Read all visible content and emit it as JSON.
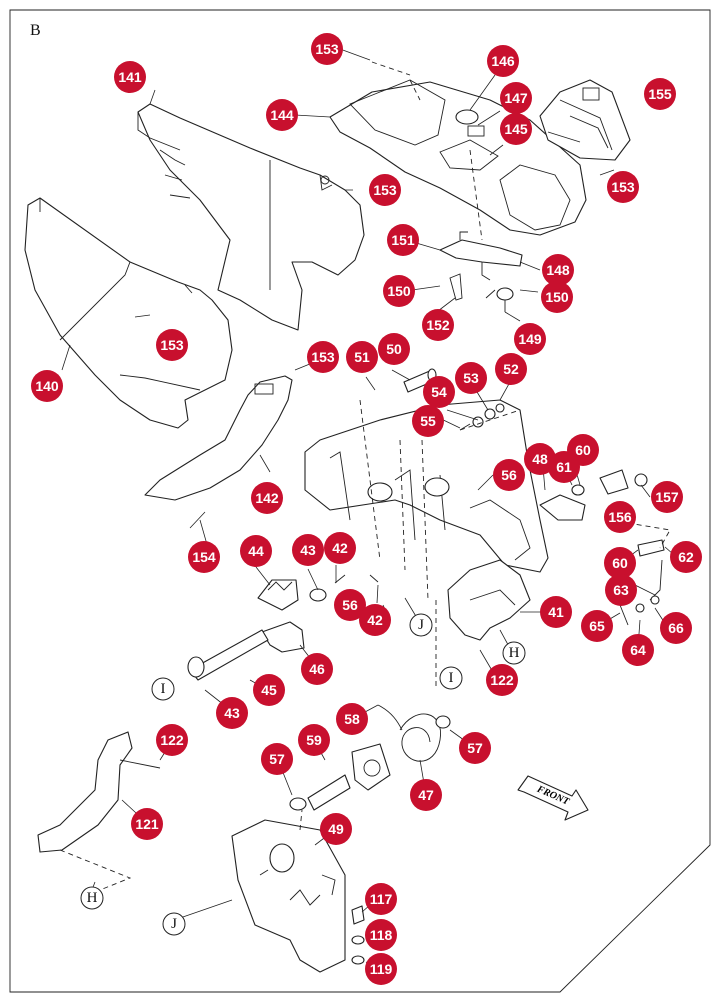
{
  "section_letter": "B",
  "front_label": "FRONT",
  "colors": {
    "callout": "#c8102e",
    "line": "#222222",
    "background": "#ffffff"
  },
  "callouts": [
    {
      "id": "c153a",
      "label": "153"
    },
    {
      "id": "c146",
      "label": "146"
    },
    {
      "id": "c155",
      "label": "155"
    },
    {
      "id": "c141",
      "label": "141"
    },
    {
      "id": "c147",
      "label": "147"
    },
    {
      "id": "c144",
      "label": "144"
    },
    {
      "id": "c145",
      "label": "145"
    },
    {
      "id": "c153b",
      "label": "153"
    },
    {
      "id": "c153c",
      "label": "153"
    },
    {
      "id": "c151",
      "label": "151"
    },
    {
      "id": "c148",
      "label": "148"
    },
    {
      "id": "c150a",
      "label": "150"
    },
    {
      "id": "c150b",
      "label": "150"
    },
    {
      "id": "c152",
      "label": "152"
    },
    {
      "id": "c149",
      "label": "149"
    },
    {
      "id": "c153d",
      "label": "153"
    },
    {
      "id": "c140",
      "label": "140"
    },
    {
      "id": "c153e",
      "label": "153"
    },
    {
      "id": "c51",
      "label": "51"
    },
    {
      "id": "c50",
      "label": "50"
    },
    {
      "id": "c52",
      "label": "52"
    },
    {
      "id": "c53",
      "label": "53"
    },
    {
      "id": "c54",
      "label": "54"
    },
    {
      "id": "c55",
      "label": "55"
    },
    {
      "id": "c60a",
      "label": "60"
    },
    {
      "id": "c48",
      "label": "48"
    },
    {
      "id": "c61",
      "label": "61"
    },
    {
      "id": "c56a",
      "label": "56"
    },
    {
      "id": "c157",
      "label": "157"
    },
    {
      "id": "c142",
      "label": "142"
    },
    {
      "id": "c156",
      "label": "156"
    },
    {
      "id": "c154",
      "label": "154"
    },
    {
      "id": "c44",
      "label": "44"
    },
    {
      "id": "c43a",
      "label": "43"
    },
    {
      "id": "c42a",
      "label": "42"
    },
    {
      "id": "c60b",
      "label": "60"
    },
    {
      "id": "c62",
      "label": "62"
    },
    {
      "id": "c63",
      "label": "63"
    },
    {
      "id": "c56b",
      "label": "56"
    },
    {
      "id": "c42b",
      "label": "42"
    },
    {
      "id": "c41",
      "label": "41"
    },
    {
      "id": "c65",
      "label": "65"
    },
    {
      "id": "c66",
      "label": "66"
    },
    {
      "id": "c64",
      "label": "64"
    },
    {
      "id": "c46",
      "label": "46"
    },
    {
      "id": "c45",
      "label": "45"
    },
    {
      "id": "c122a",
      "label": "122"
    },
    {
      "id": "c43b",
      "label": "43"
    },
    {
      "id": "c58",
      "label": "58"
    },
    {
      "id": "c57a",
      "label": "57"
    },
    {
      "id": "c122b",
      "label": "122"
    },
    {
      "id": "c59",
      "label": "59"
    },
    {
      "id": "c57b",
      "label": "57"
    },
    {
      "id": "c47",
      "label": "47"
    },
    {
      "id": "c121",
      "label": "121"
    },
    {
      "id": "c49",
      "label": "49"
    },
    {
      "id": "c117",
      "label": "117"
    },
    {
      "id": "c118",
      "label": "118"
    },
    {
      "id": "c119",
      "label": "119"
    }
  ],
  "references": [
    {
      "id": "rJ1",
      "label": "J"
    },
    {
      "id": "rH1",
      "label": "H"
    },
    {
      "id": "rI1",
      "label": "I"
    },
    {
      "id": "rI2",
      "label": "I"
    },
    {
      "id": "rH2",
      "label": "H"
    },
    {
      "id": "rJ2",
      "label": "J"
    }
  ]
}
